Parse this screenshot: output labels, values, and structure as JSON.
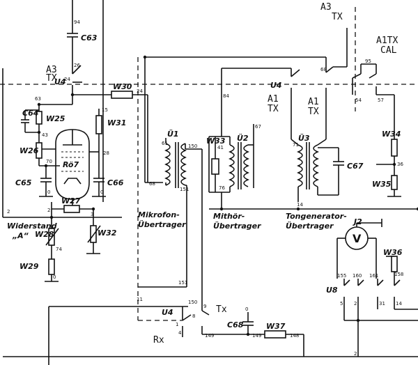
{
  "components": {
    "c63": "C63",
    "c64": "C64",
    "w25": "W25",
    "w26": "W26",
    "ro7": "Rö7",
    "c65": "C65",
    "w30": "W30",
    "w31": "W31",
    "c66": "C66",
    "w27": "W27",
    "w28": "W28",
    "w32": "W32",
    "w29": "W29",
    "u1": "Ü1",
    "w33": "W33",
    "u2": "Ü2",
    "u3": "Ü3",
    "c67": "C67",
    "w34": "W34",
    "w35": "W35",
    "j2": "J2",
    "meter": "V",
    "w36": "W36",
    "u8": "U8",
    "u4_top": "U4",
    "u4_mid": "U4",
    "u4_bottom": "U4",
    "c68": "C68",
    "w37": "W37",
    "widerstand": "Widerstand",
    "widerstand_a": "„A“"
  },
  "captions": {
    "mikrofon": [
      "Mikrofon-",
      "Übertrager"
    ],
    "mithor": [
      "Mithör-",
      "Übertrager"
    ],
    "tongen": [
      "Tongenerator-",
      "Übertrager"
    ]
  },
  "annotations": {
    "a3tx_top": [
      "A3",
      "TX"
    ],
    "a3tx_left": [
      "A3",
      "TX"
    ],
    "a1tx_cal": [
      "A1TX",
      "CAL"
    ],
    "a1tx_mid": [
      "A1",
      "TX"
    ],
    "a1tx_right": [
      "A1",
      "TX"
    ],
    "rx": "Rx",
    "tx": "Tx"
  },
  "pins": {
    "p94": "94",
    "p68": "68",
    "p26": "26",
    "p24": "24",
    "p63": "63",
    "p43": "43",
    "p15": "15",
    "p70": "70",
    "p28": "28",
    "p0a": "0",
    "p0b": "0",
    "p0c": "0",
    "p2a": "2",
    "p2b": "2",
    "p3": "3",
    "p74": "74",
    "p84": "84",
    "p95": "95",
    "p54": "54",
    "p57": "57",
    "p67": "67",
    "p61": "61",
    "p150a": "150",
    "p151a": "151",
    "p41": "41",
    "p76": "76",
    "p71": "71",
    "p14a": "14",
    "p14b": "14",
    "p36": "36",
    "p155": "155",
    "p160": "160",
    "p161": "161",
    "p158": "158",
    "p5": "5",
    "p31": "31",
    "p151b": "151",
    "p11": "11",
    "p150b": "150",
    "p149": "149",
    "p148": "148",
    "p2c": "2",
    "p2d": "2",
    "p8": "8",
    "p9": "9",
    "p4": "4",
    "p1": "1"
  }
}
